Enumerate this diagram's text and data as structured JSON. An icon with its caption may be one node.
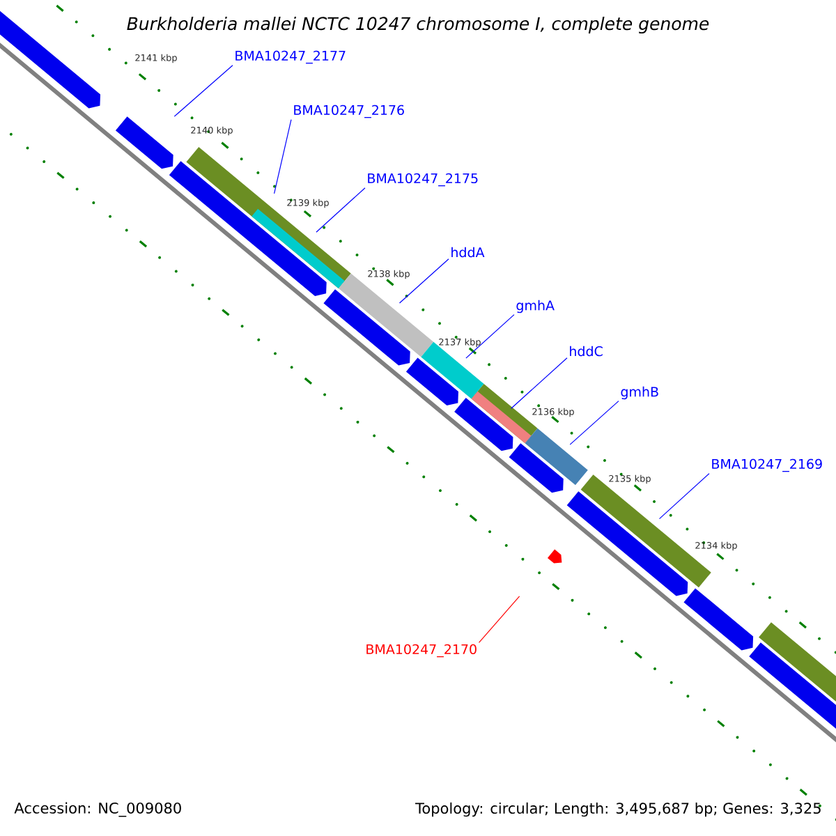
{
  "diagram": {
    "title": "Burkholderia mallei NCTC 10247 chromosome I, complete genome",
    "nodes": [
      {
        "text": [
          "BMA10247_2177"
        ]
      },
      {
        "text": [
          "BMA10247_2176"
        ]
      },
      {
        "text": [
          "BMA10247_2175"
        ]
      },
      {
        "text": [
          "hddA"
        ]
      },
      {
        "text": [
          "gmhA"
        ]
      },
      {
        "text": [
          "hddC"
        ]
      },
      {
        "text": [
          "gmhB"
        ]
      },
      {
        "text": [
          "BMA10247_2169"
        ]
      },
      {
        "text": [
          "BMA10247_2170"
        ]
      },
      {
        "text": [],
        "shape": "pentagon"
      },
      {
        "text": [],
        "shape": "pentagon"
      },
      {
        "text": [],
        "shape": "pentagon"
      },
      {
        "text": [],
        "shape": "pentagon"
      },
      {
        "text": [],
        "shape": "pentagon"
      },
      {
        "text": [],
        "shape": "pentagon"
      },
      {
        "text": [],
        "shape": "pentagon"
      },
      {
        "text": [],
        "shape": "pentagon"
      },
      {
        "text": [],
        "shape": "pentagon"
      },
      {
        "text": [],
        "shape": "pentagon"
      },
      {
        "text": [],
        "shape": "bar"
      },
      {
        "text": [],
        "shape": "bar",
        "in": 19
      },
      {
        "text": [],
        "shape": "bar"
      },
      {
        "text": [],
        "shape": "bar"
      },
      {
        "text": [],
        "shape": "bar"
      },
      {
        "text": [],
        "shape": "bar",
        "in": 23
      },
      {
        "text": [],
        "shape": "bar"
      },
      {
        "text": [],
        "shape": "bar"
      },
      {
        "text": [],
        "shape": "bar"
      },
      {
        "text": [],
        "shape": "pentagon"
      }
    ],
    "edges": [
      {
        "from": 0,
        "to": 10,
        "arrow": "none"
      },
      {
        "from": 1,
        "to": 19,
        "arrow": "none"
      },
      {
        "from": 2,
        "to": 20,
        "arrow": "none"
      },
      {
        "from": 3,
        "to": 21,
        "arrow": "none"
      },
      {
        "from": 4,
        "to": 22,
        "arrow": "none"
      },
      {
        "from": 5,
        "to": 24,
        "arrow": "none"
      },
      {
        "from": 6,
        "to": 25,
        "arrow": "none"
      },
      {
        "from": 7,
        "to": 26,
        "arrow": "none"
      },
      {
        "from": 8,
        "to": 28,
        "arrow": "none",
        "color": "#ff0000"
      }
    ],
    "labels": [
      "2141 kbp",
      "2140 kbp",
      "2139 kbp",
      "2138 kbp",
      "2137 kbp",
      "2136 kbp",
      "2135 kbp",
      "2134 kbp",
      "Accession: NC_009080",
      "Topology: circular; Length: 3,495,687 bp; Genes: 3,325"
    ]
  }
}
